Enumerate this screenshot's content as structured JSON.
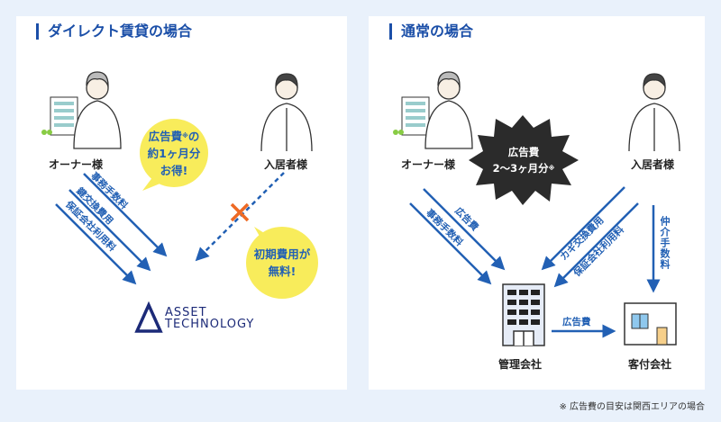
{
  "left": {
    "title": "ダイレクト賃貸の場合",
    "owner": "オーナー様",
    "tenant": "入居者様",
    "bubble1": {
      "line1": "広告費",
      "mark": "※",
      "line1b": "の",
      "line2": "約1ヶ月分",
      "line3": "お得!"
    },
    "bubble2": {
      "line1": "初期費用が",
      "line2": "無料!"
    },
    "fees": [
      "事務手数料",
      "鍵交換費用",
      "保証会社利用料"
    ],
    "logo": {
      "line1": "ASSET",
      "line2": "TECHNOLOGY"
    }
  },
  "right": {
    "title": "通常の場合",
    "owner": "オーナー様",
    "tenant": "入居者様",
    "burst": {
      "line1": "広告費",
      "line2": "2〜3ヶ月分",
      "mark": "※"
    },
    "owner_fees": [
      "広告費",
      "事務手数料"
    ],
    "tenant_fees": [
      "カギ交換費用",
      "保証会社利用料"
    ],
    "broker_fee": "仲介手数料",
    "mgmt": "管理会社",
    "agent": "客付会社",
    "ad_fee": "広告費"
  },
  "note": "※ 広告費の目安は関西エリアの場合",
  "colors": {
    "accent": "#1b4fa8",
    "arrow": "#2260b4",
    "bubble": "#f8ec5b",
    "cross": "#ee6a24"
  }
}
